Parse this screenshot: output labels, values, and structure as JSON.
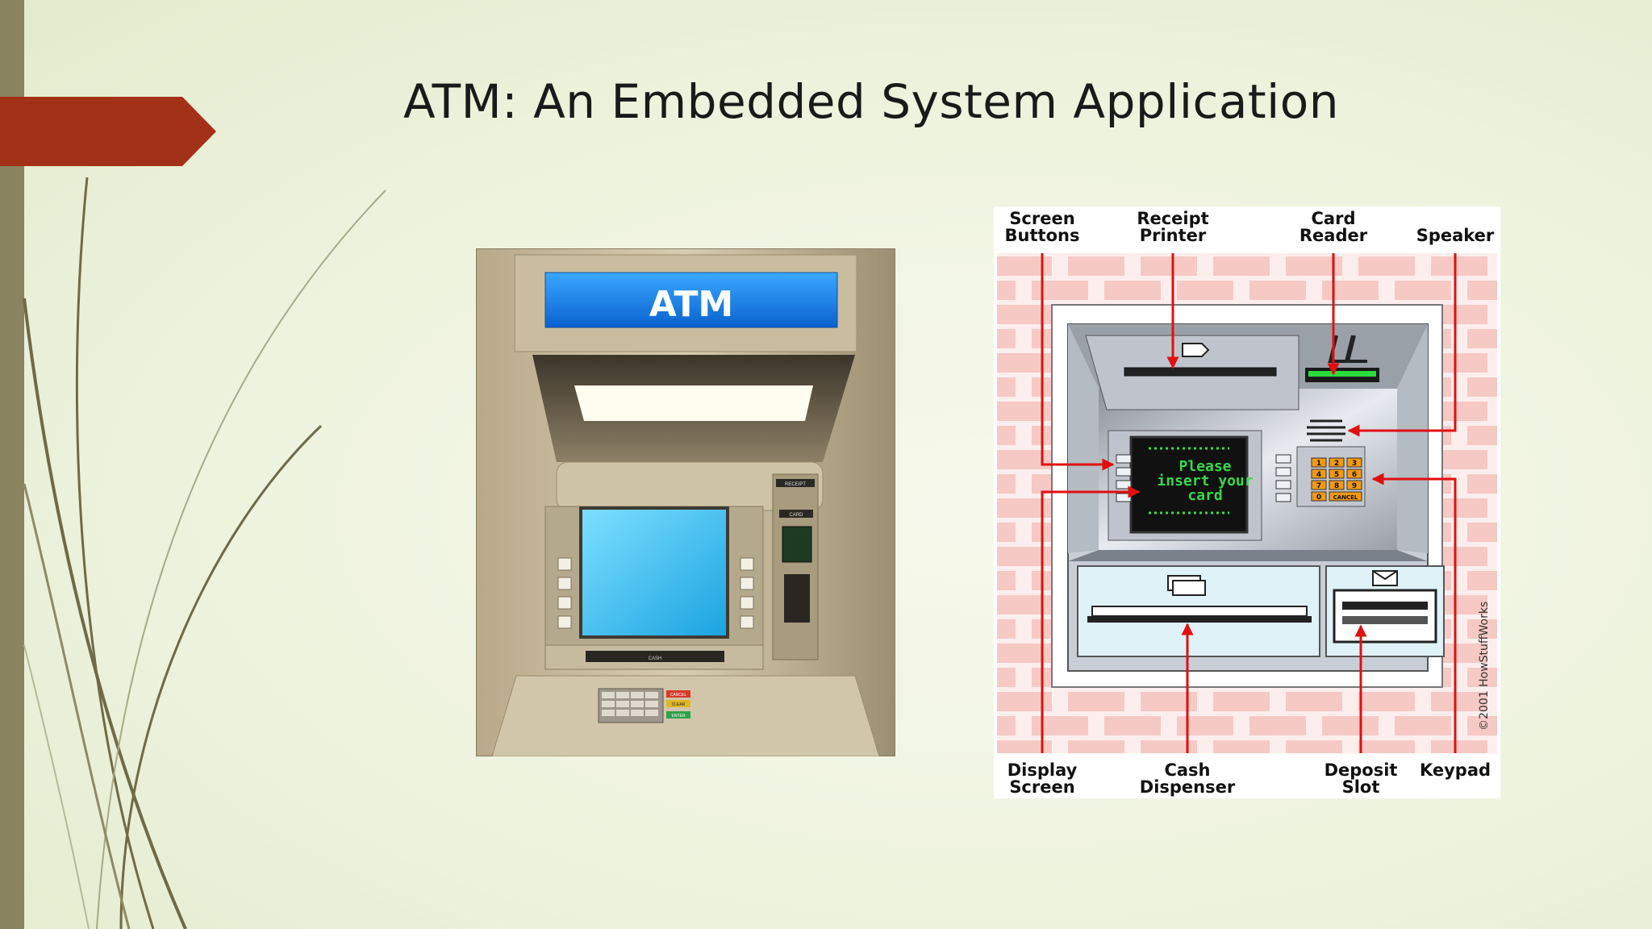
{
  "slide": {
    "title": "ATM: An Embedded System Application"
  },
  "atm_photo": {
    "sign_text": "ATM",
    "receipt_label": "RECEIPT",
    "card_label": "CARD",
    "cash_label": "CASH",
    "keypad_side_labels": [
      "CANCEL",
      "CLEAR",
      "ENTER"
    ]
  },
  "atm_diagram": {
    "top_labels": [
      {
        "line1": "Screen",
        "line2": "Buttons"
      },
      {
        "line1": "Receipt",
        "line2": "Printer"
      },
      {
        "line1": "Card",
        "line2": "Reader"
      },
      {
        "line1": "",
        "line2": "Speaker"
      }
    ],
    "bottom_labels": [
      {
        "line1": "Display",
        "line2": "Screen"
      },
      {
        "line1": "Cash",
        "line2": "Dispenser"
      },
      {
        "line1": "Deposit",
        "line2": "Slot"
      },
      {
        "line1": "Keypad",
        "line2": ""
      }
    ],
    "screen_text": [
      "Please",
      "insert your",
      "card"
    ],
    "keypad_keys": [
      "1",
      "2",
      "3",
      "4",
      "5",
      "6",
      "7",
      "8",
      "9",
      "0",
      "CANCEL"
    ],
    "copyright": "©2001 HowStuffWorks",
    "colors": {
      "arrow": "#e01010",
      "brick": "#f6c9c4",
      "screen_text": "#39d84a"
    }
  }
}
